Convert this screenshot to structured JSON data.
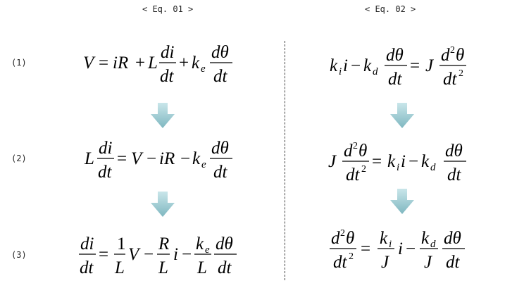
{
  "headers": {
    "eq01": "< Eq. 01 >",
    "eq02": "< Eq. 02 >"
  },
  "rows": [
    "(1)",
    "(2)",
    "(3)"
  ],
  "colors": {
    "arrow_top": "#c9e6ea",
    "arrow_bottom": "#7fb7c0",
    "divider": "#444444"
  },
  "sym": {
    "V": "V",
    "iR": "iR",
    "L": "L",
    "di": "di",
    "dt": "dt",
    "k": "k",
    "e": "e",
    "d": "d",
    "dtheta": "dθ",
    "i": "i",
    "J": "J",
    "d2theta_d": "d",
    "two": "2",
    "theta": "θ",
    "R": "R",
    "one": "1",
    "eq": "=",
    "plus": "+",
    "minus": "−"
  }
}
